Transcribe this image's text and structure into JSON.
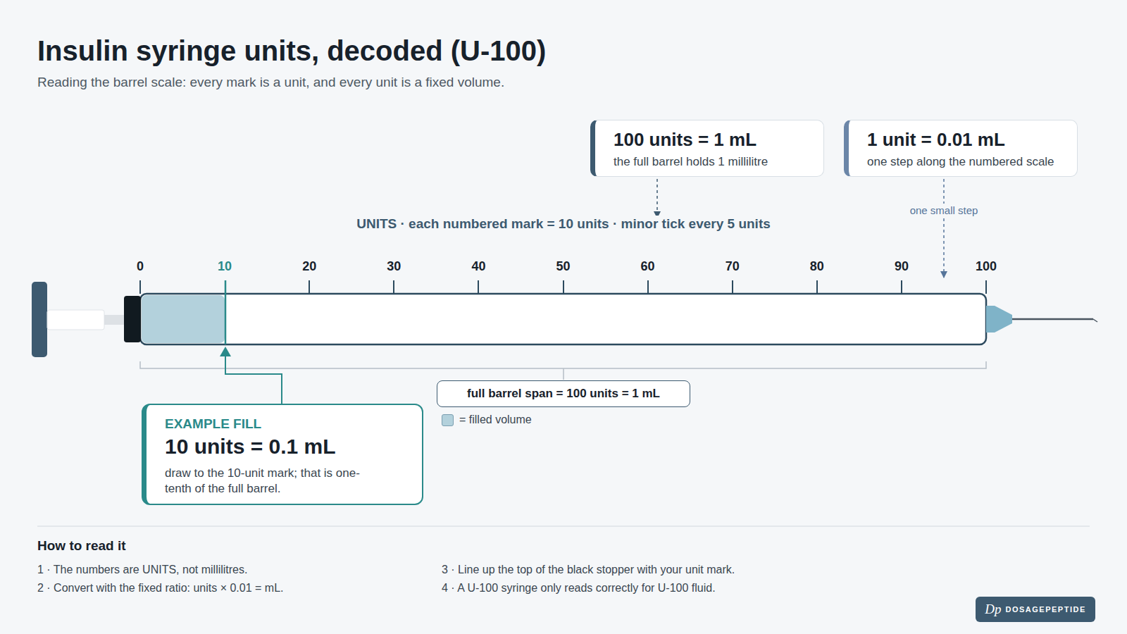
{
  "diagram": {
    "title": "Insulin syringe units, decoded (U-100)",
    "caption": "Reading the barrel scale: every mark is a unit, and every unit is a fixed volume.",
    "nodes": [
      {
        "text": [
          "100 units = 1 mL",
          "the full barrel holds 1 millilitre"
        ]
      },
      {
        "text": [
          "1 unit = 0.01 mL",
          "one step along the numbered scale"
        ]
      },
      {
        "text": [
          "full barrel span = 100 units = 1 mL"
        ]
      },
      {
        "text": [
          "EXAMPLE FILL",
          "10 units = 0.1 mL",
          "draw to the 10-unit mark; that is one-tenth of the full barrel."
        ]
      },
      {
        "text": [
          "Dp",
          "DOSAGEPEPTIDE"
        ]
      }
    ],
    "labels": [
      "UNITS · each numbered mark = 10 units · minor tick every 5 units",
      "one small step",
      "0",
      "10",
      "20",
      "30",
      "40",
      "50",
      "60",
      "70",
      "80",
      "90",
      "100",
      "How to read it",
      "1 · The numbers are UNITS, not millilitres.",
      "2 · Convert with the fixed ratio: units × 0.01 = mL.",
      "3 · Line up the top of the black stopper with your unit mark.",
      "4 · A U-100 syringe only reads correctly for U-100 fluid."
    ],
    "legend": [
      {
        "text": "= filled volume",
        "color": "#b3d1dc"
      }
    ]
  }
}
